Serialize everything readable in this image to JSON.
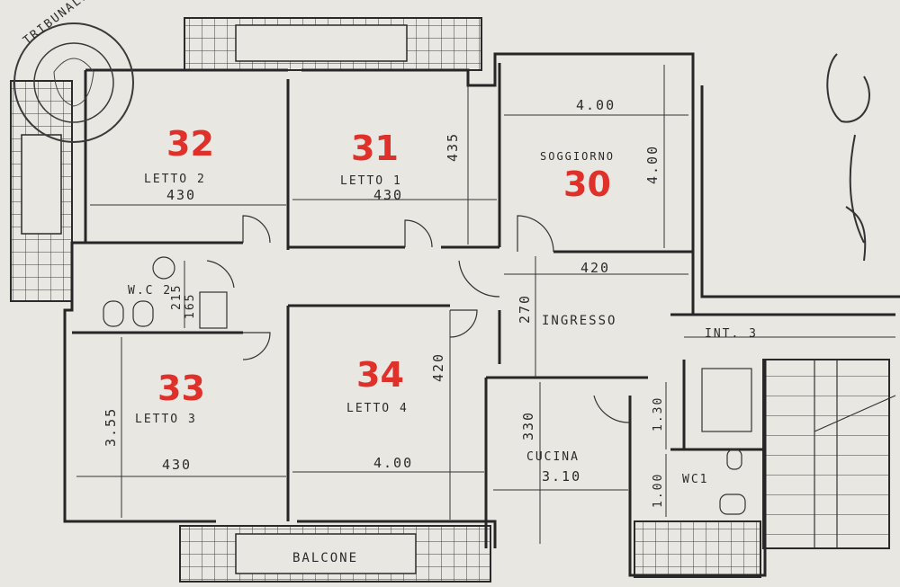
{
  "rooms": {
    "r32": {
      "number": "32",
      "name": "LETTO 2",
      "width": "430"
    },
    "r31": {
      "number": "31",
      "name": "LETTO 1",
      "width": "430",
      "depth": "435"
    },
    "r30": {
      "number": "30",
      "name": "SOGGIORNO",
      "width": "4.00",
      "depth": "4.00"
    },
    "r33": {
      "number": "33",
      "name": "LETTO 3",
      "width": "430",
      "depth": "3.55"
    },
    "r34": {
      "number": "34",
      "name": "LETTO 4",
      "width": "4.00",
      "depth": "420"
    },
    "wc2": {
      "name": "W.C 2",
      "dim1": "215",
      "dim2": "165"
    },
    "ingresso": {
      "name": "INGRESSO",
      "width": "420",
      "depth": "270"
    },
    "cucina": {
      "name": "CUCINA",
      "width": "3.10",
      "depth": "330"
    },
    "wc1": {
      "name": "WC1",
      "dim1": "1.30",
      "dim2": "1.00"
    }
  },
  "labels": {
    "balcone": "BALCONE",
    "int": "INT. 3"
  },
  "stamp": {
    "text": "TRIBUNALE CIVILE DI ROMA"
  }
}
